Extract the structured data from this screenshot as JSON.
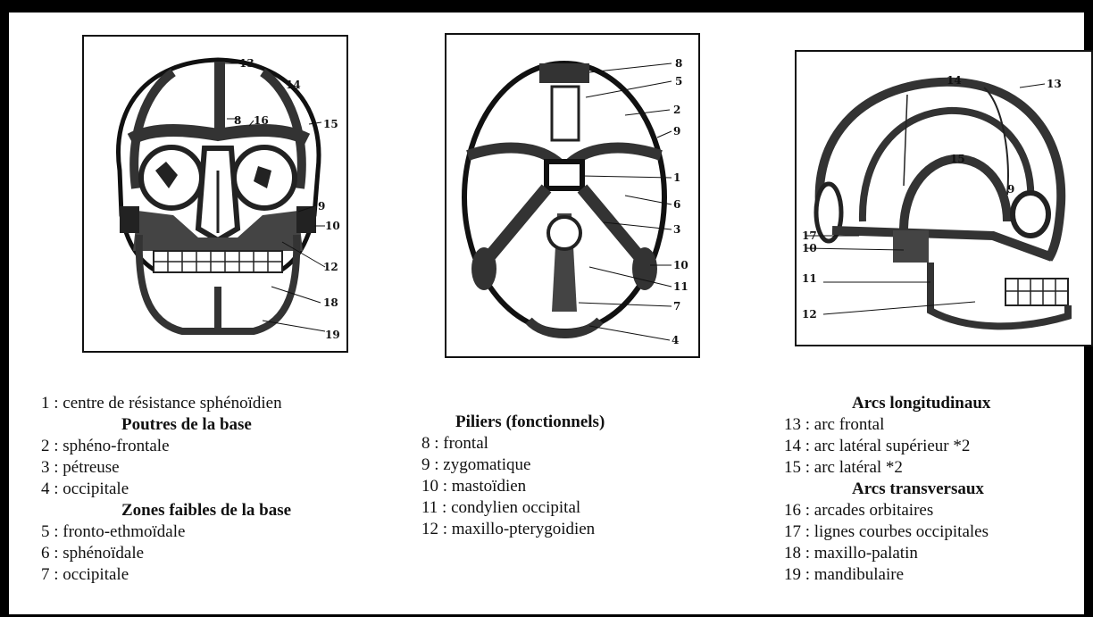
{
  "diagrams": {
    "front_view": {
      "labels": [
        "13",
        "14",
        "8",
        "16",
        "15",
        "9",
        "10",
        "12",
        "18",
        "19"
      ]
    },
    "base_view": {
      "labels": [
        "8",
        "5",
        "2",
        "9",
        "1",
        "6",
        "3",
        "10",
        "11",
        "7",
        "4"
      ]
    },
    "side_view": {
      "labels": [
        "14",
        "13",
        "15",
        "9",
        "17",
        "10",
        "11",
        "12"
      ]
    }
  },
  "legend": {
    "left": {
      "intro": "1 : centre de résistance sphénoïdien",
      "group1_title": "Poutres de la base",
      "group1_items": [
        "2 : sphéno-frontale",
        "3 : pétreuse",
        "4 : occipitale"
      ],
      "group2_title": "Zones faibles de la base",
      "group2_items": [
        "5 : fronto-ethmoïdale",
        "6 : sphénoïdale",
        "7 : occipitale"
      ]
    },
    "middle": {
      "title": "Piliers (fonctionnels)",
      "items": [
        "8 : frontal",
        "9 : zygomatique",
        "10 : mastoïdien",
        "11 : condylien occipital",
        "12 : maxillo-pterygoidien"
      ]
    },
    "right": {
      "group1_title": "Arcs longitudinaux",
      "group1_items": [
        "13 : arc frontal",
        "14 : arc latéral supérieur *2",
        "15 : arc latéral *2"
      ],
      "group2_title": "Arcs transversaux",
      "group2_items": [
        "16 : arcades orbitaires",
        "17 : lignes courbes occipitales",
        "18 : maxillo-palatin",
        "19 : mandibulaire"
      ]
    }
  }
}
